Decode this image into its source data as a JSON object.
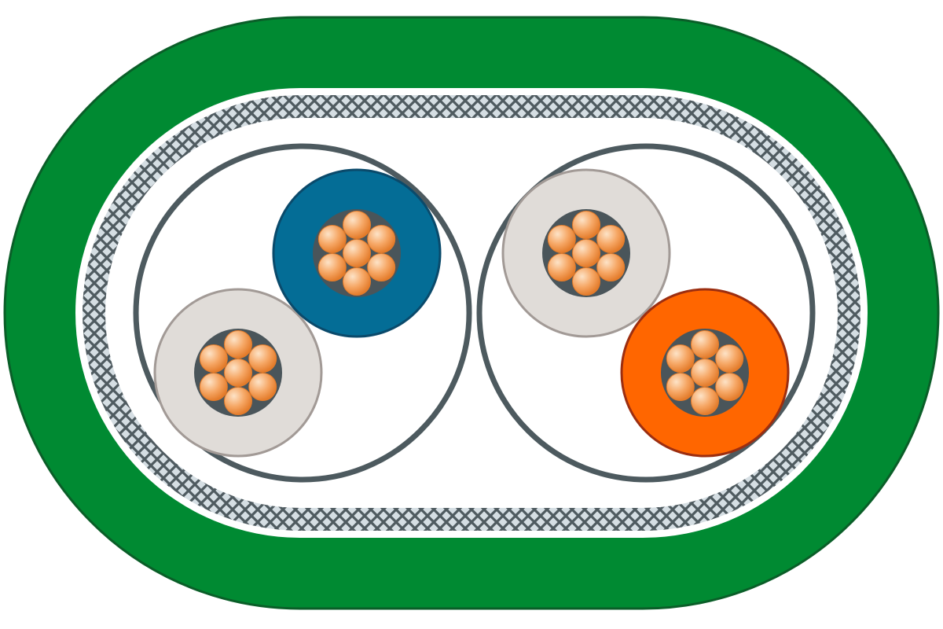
{
  "diagram": {
    "kind": "cable-cross-section",
    "colors": {
      "jacket": "#008a32",
      "jacket_edge": "#0a5e28",
      "gap": "#ffffff",
      "braid_fill": "#d5dee3",
      "braid_line": "#4f5b60",
      "pair_shield": "#4d5a5f",
      "strand_bundle": "#4a555a",
      "copper_light": "#fde3c7",
      "copper_mid": "#f6a765",
      "copper_dark": "#e37b2a"
    },
    "pairs": [
      {
        "name": "pair-left",
        "conductors": [
          {
            "name": "conductor-blue",
            "insulation": "#046d96",
            "edge": "#0a4a6b"
          },
          {
            "name": "conductor-white-left",
            "insulation": "#e0dcd8",
            "edge": "#a29a96"
          }
        ]
      },
      {
        "name": "pair-right",
        "conductors": [
          {
            "name": "conductor-white-right",
            "insulation": "#e0dcd8",
            "edge": "#a29a96"
          },
          {
            "name": "conductor-orange",
            "insulation": "#ff6600",
            "edge": "#9c2e10"
          }
        ]
      }
    ],
    "strands_per_conductor": 7
  }
}
